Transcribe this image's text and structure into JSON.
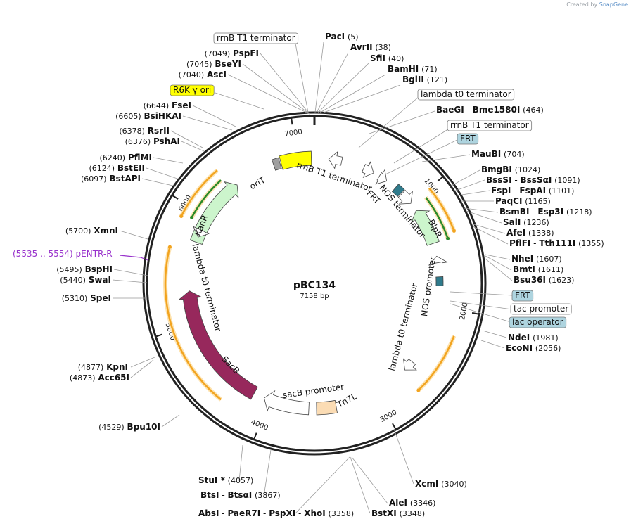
{
  "credit": {
    "prefix": "Created by",
    "brand": "SnapGene"
  },
  "plasmid": {
    "name": "pBC134",
    "size_label": "7158 bp",
    "length": 7158
  },
  "colors": {
    "ori": "#ffff00",
    "orit": "#a0a0a0",
    "kanr": "#ccf5cc",
    "sacb": "#97285c",
    "frt": "#2f7b8c",
    "tn7": "#fbdcb4",
    "primer": "#9933cc",
    "orf": "#f2a420",
    "orf_green": "#2a8a2a",
    "boxed_blue": "#aed4df"
  },
  "ticks": [
    "1000",
    "2000",
    "3000",
    "4000",
    "5000",
    "6000",
    "7000"
  ],
  "feature_labels": [
    {
      "id": "f-rrnb1",
      "text": "rrnB T1 terminator"
    },
    {
      "id": "f-lambda-top",
      "text": "lambda t0 terminator"
    },
    {
      "id": "f-rrnb2",
      "text": "rrnB T1 terminator"
    },
    {
      "id": "f-frt1",
      "text": "FRT"
    },
    {
      "id": "f-frt2",
      "text": "FRT"
    },
    {
      "id": "f-tac",
      "text": "tac promoter"
    },
    {
      "id": "f-lac",
      "text": "lac operator"
    },
    {
      "id": "f-r6k",
      "text": "R6K γ ori"
    },
    {
      "id": "f-oriT",
      "text": "oriT"
    },
    {
      "id": "f-rrnb-in",
      "text": "rrnB T1 terminator"
    },
    {
      "id": "f-frt-in",
      "text": "FRT"
    },
    {
      "id": "f-nos-term",
      "text": "NOS terminator"
    },
    {
      "id": "f-blpr",
      "text": "BlpR"
    },
    {
      "id": "f-nos-prom",
      "text": "NOS promoter"
    },
    {
      "id": "f-lambda-right",
      "text": "lambda t0 terminator"
    },
    {
      "id": "f-tn7",
      "text": "Tn7L"
    },
    {
      "id": "f-sacb-prom",
      "text": "sacB promoter"
    },
    {
      "id": "f-sacb",
      "text": "SacB"
    },
    {
      "id": "f-lambda-left",
      "text": "lambda t0 terminator"
    },
    {
      "id": "f-kanr",
      "text": "KanR"
    }
  ],
  "sites": [
    {
      "id": "s-paci",
      "name": "PacI",
      "pos": "(5)"
    },
    {
      "id": "s-avrii",
      "name": "AvrII",
      "pos": "(38)"
    },
    {
      "id": "s-sfii",
      "name": "SfiI",
      "pos": "(40)"
    },
    {
      "id": "s-bamhi",
      "name": "BamHI",
      "pos": "(71)"
    },
    {
      "id": "s-bglii",
      "name": "BglII",
      "pos": "(121)"
    },
    {
      "id": "s-baegi",
      "name": "BaeGI",
      "extra": "Bme1580I",
      "pos": "(464)"
    },
    {
      "id": "s-maubi",
      "name": "MauBI",
      "pos": "(704)"
    },
    {
      "id": "s-bmgbi",
      "name": "BmgBI",
      "pos": "(1024)"
    },
    {
      "id": "s-bsssi",
      "name": "BssSI",
      "extra": "BssSαI",
      "pos": "(1091)"
    },
    {
      "id": "s-fspi",
      "name": "FspI",
      "extra": "FspAI",
      "pos": "(1101)"
    },
    {
      "id": "s-paqci",
      "name": "PaqCI",
      "pos": "(1165)"
    },
    {
      "id": "s-bsmbi",
      "name": "BsmBI",
      "extra": "Esp3I",
      "pos": "(1218)"
    },
    {
      "id": "s-sali",
      "name": "SalI",
      "pos": "(1236)"
    },
    {
      "id": "s-afei",
      "name": "AfeI",
      "pos": "(1338)"
    },
    {
      "id": "s-pflfi",
      "name": "PflFI",
      "extra": "Tth111I",
      "pos": "(1355)"
    },
    {
      "id": "s-nhei",
      "name": "NheI",
      "pos": "(1607)"
    },
    {
      "id": "s-bmti",
      "name": "BmtI",
      "pos": "(1611)"
    },
    {
      "id": "s-bsu36i",
      "name": "Bsu36I",
      "pos": "(1623)"
    },
    {
      "id": "s-ndei",
      "name": "NdeI",
      "pos": "(1981)"
    },
    {
      "id": "s-econi",
      "name": "EcoNI",
      "pos": "(2056)"
    },
    {
      "id": "s-xcmi",
      "name": "XcmI",
      "pos": "(3040)"
    },
    {
      "id": "s-alei",
      "name": "AleI",
      "pos": "(3346)"
    },
    {
      "id": "s-bstxi",
      "name": "BstXI",
      "pos": "(3348)"
    },
    {
      "id": "s-absi",
      "name": "AbsI",
      "extra": "PaeR7I",
      "extra2": "PspXI",
      "extra3": "XhoI",
      "pos": "(3358)"
    },
    {
      "id": "s-btsi",
      "name": "BtsI",
      "extra": "BtsαI",
      "pos": "(3867)"
    },
    {
      "id": "s-stui",
      "name": "StuI *",
      "pos": "(4057)"
    },
    {
      "id": "s-bpu10i",
      "name": "Bpu10I",
      "pos": "(4529)"
    },
    {
      "id": "s-acc65i",
      "name": "Acc65I",
      "pos": "(4873)"
    },
    {
      "id": "s-kpni",
      "name": "KpnI",
      "pos": "(4877)"
    },
    {
      "id": "s-spei",
      "name": "SpeI",
      "pos": "(5310)"
    },
    {
      "id": "s-swai",
      "name": "SwaI",
      "pos": "(5440)"
    },
    {
      "id": "s-bsphi",
      "name": "BspHI",
      "pos": "(5495)"
    },
    {
      "id": "s-xmni",
      "name": "XmnI",
      "pos": "(5700)"
    },
    {
      "id": "s-bstapi",
      "name": "BstAPI",
      "pos": "(6097)"
    },
    {
      "id": "s-bsteii",
      "name": "BstEII",
      "pos": "(6124)"
    },
    {
      "id": "s-pflmi",
      "name": "PflMI",
      "pos": "(6240)"
    },
    {
      "id": "s-pshai",
      "name": "PshAI",
      "pos": "(6376)"
    },
    {
      "id": "s-rsrii",
      "name": "RsrII",
      "pos": "(6378)"
    },
    {
      "id": "s-bsihkai",
      "name": "BsiHKAI",
      "pos": "(6605)"
    },
    {
      "id": "s-fsei",
      "name": "FseI",
      "pos": "(6644)"
    },
    {
      "id": "s-asci",
      "name": "AscI",
      "pos": "(7040)"
    },
    {
      "id": "s-bseyi",
      "name": "BseYI",
      "pos": "(7045)"
    },
    {
      "id": "s-pspfi",
      "name": "PspFI",
      "pos": "(7049)"
    }
  ],
  "primer": {
    "range": "(5535 .. 5554)",
    "name": "pENTR-R"
  }
}
